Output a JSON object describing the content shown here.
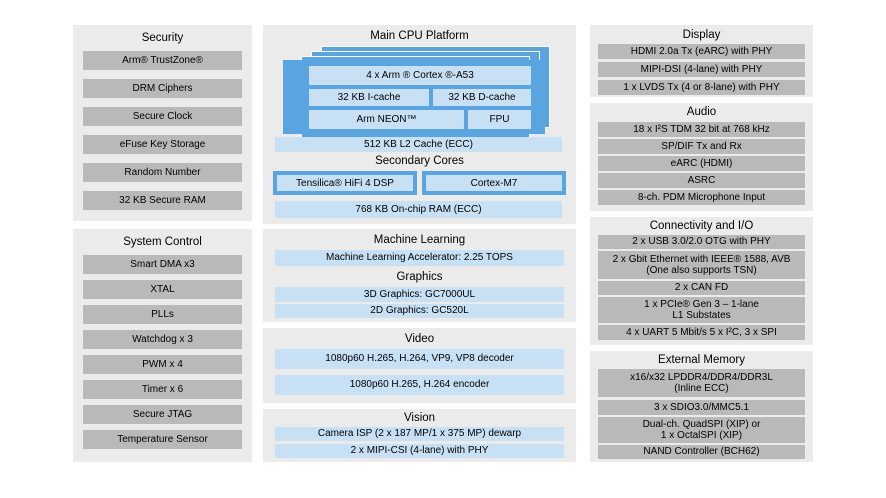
{
  "security": {
    "title": "Security",
    "items": [
      "Arm® TrustZone®",
      "DRM Ciphers",
      "Secure Clock",
      "eFuse Key Storage",
      "Random Number",
      "32 KB Secure RAM"
    ]
  },
  "system_control": {
    "title": "System Control",
    "items": [
      "Smart DMA x3",
      "XTAL",
      "PLLs",
      "Watchdog x 3",
      "PWM x 4",
      "Timer x 6",
      "Secure JTAG",
      "Temperature Sensor"
    ]
  },
  "cpu": {
    "title": "Main CPU Platform",
    "core": "4 x Arm ® Cortex ®-A53",
    "icache": "32 KB I-cache",
    "dcache": "32 KB D-cache",
    "neon": "Arm NEON™",
    "fpu": "FPU",
    "l2": "512 KB L2 Cache (ECC)",
    "secondary_title": "Secondary Cores",
    "dsp": "Tensilica® HiFi 4 DSP",
    "m7": "Cortex-M7",
    "ocram": "768 KB On-chip RAM (ECC)"
  },
  "ml": {
    "title": "Machine Learning",
    "accel": "Machine Learning Accelerator: 2.25 TOPS",
    "graphics_title": "Graphics",
    "g3d": "3D Graphics: GC7000UL",
    "g2d": "2D Graphics: GC520L"
  },
  "video": {
    "title": "Video",
    "decoder": "1080p60 H.265, H.264, VP9, VP8 decoder",
    "encoder": "1080p60 H.265, H.264 encoder"
  },
  "vision": {
    "title": "Vision",
    "isp": "Camera ISP (2 x 187 MP/1 x 375 MP) dewarp",
    "csi": "2 x MIPI-CSI (4-lane) with PHY"
  },
  "display": {
    "title": "Display",
    "items": [
      "HDMI 2.0a Tx (eARC) with PHY",
      "MIPI-DSI (4-lane) with PHY",
      "1 x LVDS Tx (4 or 8-lane) with PHY"
    ]
  },
  "audio": {
    "title": "Audio",
    "items": [
      "18 x I²S TDM 32 bit at 768 kHz",
      "SP/DIF Tx and Rx",
      "eARC (HDMI)",
      "ASRC",
      "8-ch. PDM Microphone Input"
    ]
  },
  "connectivity": {
    "title": "Connectivity and I/O",
    "items": [
      "2 x USB 3.0/2.0 OTG with PHY",
      "2 x Gbit Ethernet with IEEE® 1588, AVB\n(One also supports TSN)",
      "2 x CAN FD",
      "1 x PCIe® Gen 3 – 1-lane\nL1 Substates",
      "4 x UART 5 Mbit/s 5 x I²C, 3 x SPI"
    ]
  },
  "memory": {
    "title": "External Memory",
    "items": [
      "x16/x32 LPDDR4/DDR4/DDR3L\n(Inline ECC)",
      "3 x SDIO3.0/MMC5.1",
      "Dual-ch. QuadSPI (XIP) or\n1 x OctalSPI (XIP)",
      "NAND Controller (BCH62)"
    ]
  },
  "colors": {
    "panel": "#ebebeb",
    "item": "#b9b9b9",
    "cpu_blue": "#5aa5df",
    "light_blue": "#c8e0f3"
  }
}
